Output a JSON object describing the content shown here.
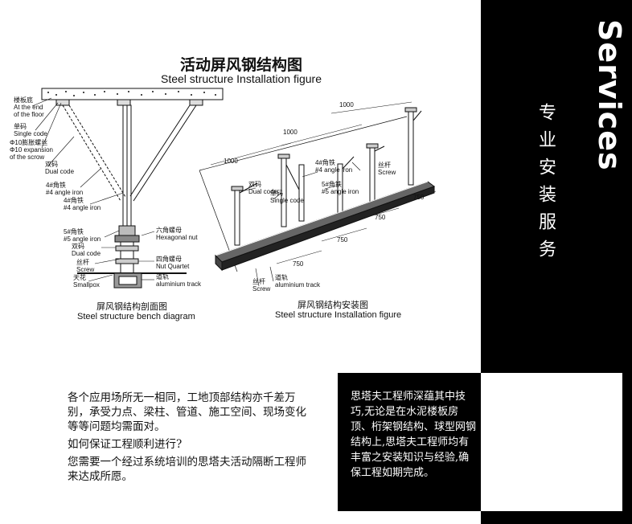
{
  "banner": {
    "title": "Services",
    "subtitle": "专业安装服务"
  },
  "figure": {
    "title_cn": "活动屏风钢结构图",
    "title_en": "Steel structure Installation figure",
    "left": {
      "caption_cn": "屏风钢结构剖面图",
      "caption_en": "Steel structure bench diagram",
      "labels": {
        "floor_cn": "楼板底",
        "floor_en1": "At the end",
        "floor_en2": "of the floor",
        "single_cn": "单码",
        "single_en": "Single code",
        "bolt_cn": "Φ10膨胀螺丝",
        "bolt_en1": "Φ10 expansion",
        "bolt_en2": "of the scrow",
        "dual_cn": "双码",
        "dual_en": "Dual code",
        "angle4a_cn": "4#角铁",
        "angle4a_en": "#4 angle iron",
        "angle4b_cn": "4#角铁",
        "angle4b_en": "#4 angle iron",
        "angle5_cn": "5#角铁",
        "angle5_en": "#5 angle iron",
        "dual2_cn": "双码",
        "dual2_en": "Dual code",
        "screw_cn": "丝杆",
        "screw_en": "Screw",
        "smallpox_cn": "天花",
        "smallpox_en": "Smallpox",
        "hexnut_cn": "六角螺母",
        "hexnut_en": "Hexagonal nut",
        "nutq_cn": "四角螺母",
        "nutq_en": "Nut Quartet",
        "track_cn": "道轨",
        "track_en": "aluminium track"
      }
    },
    "right": {
      "caption_cn": "屏风钢结构安装图",
      "caption_en": "Steel structure Installation figure",
      "dims": {
        "d1000a": "1000",
        "d1000b": "1000",
        "d1000c": "1000",
        "d750a": "750",
        "d750b": "750",
        "d750c": "750",
        "d750d": "750"
      },
      "labels": {
        "dual_cn": "双码",
        "dual_en": "Dual code",
        "single_cn": "单码",
        "single_en": "Single code",
        "angle4_cn": "4#角铁",
        "angle4_en": "#4 angle iron",
        "angle5_cn": "5#角铁",
        "angle5_en": "#5 angle iron",
        "screw_top_cn": "丝杆",
        "screw_top_en": "Screw",
        "screw_cn": "丝杆",
        "screw_en": "Screw",
        "track_cn": "道轨",
        "track_en": "aluminium track"
      }
    }
  },
  "body": {
    "para1": "各个应用场所无一相同，工地顶部结构亦千差万别，承受力点、梁柱、管道、施工空间、现场变化等等问题均需面对。",
    "para2": "如何保证工程顺利进行?",
    "para3": "您需要一个经过系统培训的思塔夫活动隔断工程师来达成所愿。"
  },
  "side": {
    "text": "思塔夫工程师深蕴其中技巧,无论是在水泥楼板房顶、桁架钢结构、球型网钢结构上,思塔夫工程师均有丰富之安装知识与经验,确保工程如期完成。"
  }
}
